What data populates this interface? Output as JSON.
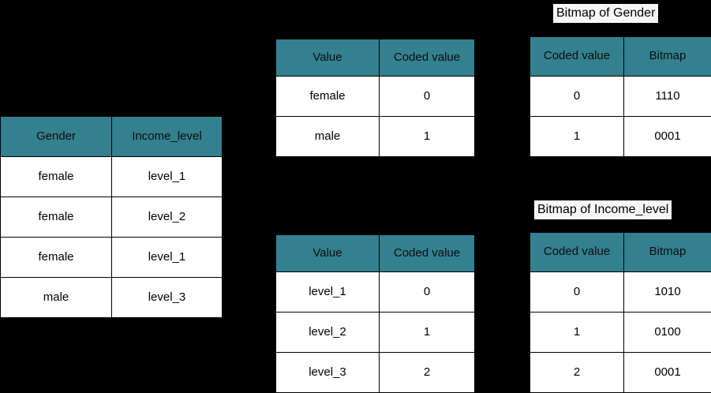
{
  "theme": {
    "background": "#000000",
    "header_fill": "#33808f",
    "cell_fill": "#ffffff",
    "border": "#000000",
    "caption_fill": "#f7f7f7",
    "text": "#000000"
  },
  "source_table": {
    "name": "source-data-table",
    "headers": [
      "Gender",
      "Income_level"
    ],
    "rows": [
      [
        "female",
        "level_1"
      ],
      [
        "female",
        "level_2"
      ],
      [
        "female",
        "level_1"
      ],
      [
        "male",
        "level_3"
      ]
    ]
  },
  "gender_dictionary": {
    "name": "gender-dictionary-table",
    "headers": [
      "Value",
      "Coded value"
    ],
    "rows": [
      [
        "female",
        "0"
      ],
      [
        "male",
        "1"
      ]
    ]
  },
  "income_dictionary": {
    "name": "income-dictionary-table",
    "headers": [
      "Value",
      "Coded value"
    ],
    "rows": [
      [
        "level_1",
        "0"
      ],
      [
        "level_2",
        "1"
      ],
      [
        "level_3",
        "2"
      ]
    ]
  },
  "gender_bitmap": {
    "caption": "Bitmap of Gender",
    "name": "gender-bitmap-table",
    "headers": [
      "Coded value",
      "Bitmap"
    ],
    "rows": [
      [
        "0",
        "1110"
      ],
      [
        "1",
        "0001"
      ]
    ]
  },
  "income_bitmap": {
    "caption": "Bitmap of Income_level",
    "name": "income-bitmap-table",
    "headers": [
      "Coded value",
      "Bitmap"
    ],
    "rows": [
      [
        "0",
        "1010"
      ],
      [
        "1",
        "0100"
      ],
      [
        "2",
        "0001"
      ]
    ]
  }
}
